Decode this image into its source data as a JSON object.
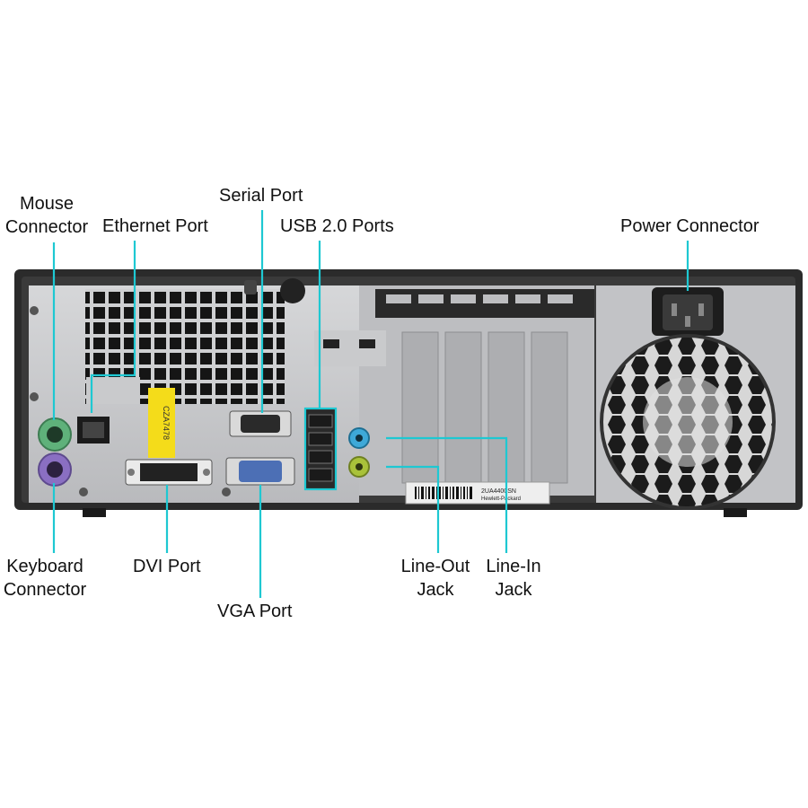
{
  "labels": {
    "mouse_connector": [
      "Mouse",
      "Connector"
    ],
    "ethernet_port": "Ethernet Port",
    "serial_port": "Serial Port",
    "usb_ports": "USB 2.0 Ports",
    "power_connector": "Power Connector",
    "keyboard_connector": [
      "Keyboard",
      "Connector"
    ],
    "dvi_port": "DVI Port",
    "vga_port": "VGA Port",
    "line_out_jack": [
      "Line-Out",
      "Jack"
    ],
    "line_in_jack": [
      "Line-In",
      "Jack"
    ]
  },
  "sticker_text": "CZA7478",
  "barcode_text": [
    "2UA4400SN",
    "Hewlett-Packard"
  ],
  "colors": {
    "leader_line": "#1ec8d2",
    "chassis": "#2b2b2b",
    "panel": "#c9cacc",
    "mouse_port": "#5fb17a",
    "keyboard_port": "#8a6fc2",
    "line_in": "#3ea9d8",
    "line_out": "#a9c23a",
    "sticker": "#f4dc1a",
    "vga": "#4c6fb5"
  }
}
